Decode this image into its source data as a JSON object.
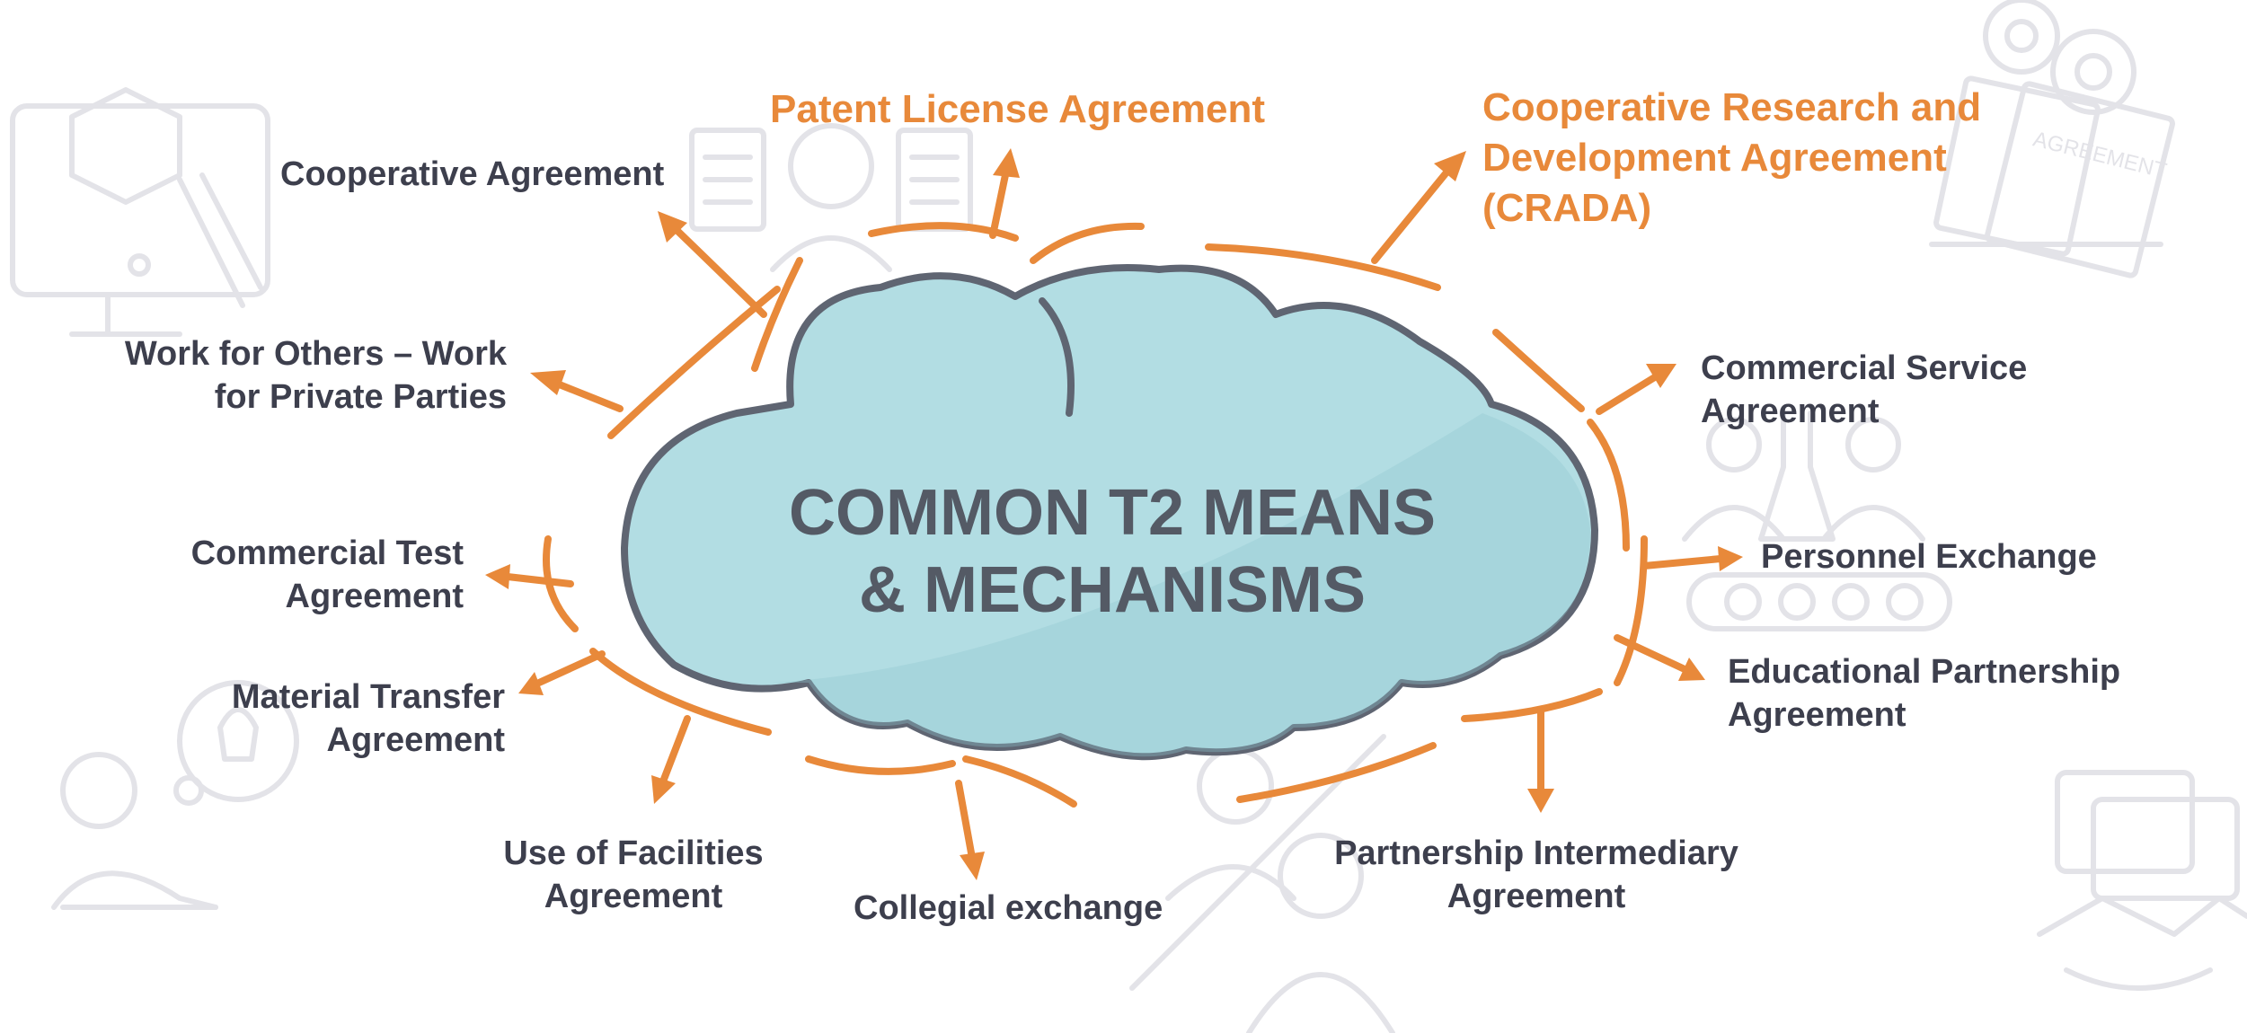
{
  "center": {
    "line1": "COMMON T2 MEANS",
    "line2": "& MECHANISMS"
  },
  "mechanisms": {
    "patent": "Patent License Agreement",
    "cooperative": "Cooperative Agreement",
    "crada_line1": "Cooperative Research and",
    "crada_line2": "Development Agreement",
    "crada_line3": "(CRADA)",
    "wfo_line1": "Work for Others – Work",
    "wfo_line2": "for Private Parties",
    "csa_line1": "Commercial Service",
    "csa_line2": "Agreement",
    "cta_line1": "Commercial Test",
    "cta_line2": "Agreement",
    "personnel": "Personnel Exchange",
    "mta_line1": "Material Transfer",
    "mta_line2": "Agreement",
    "epa_line1": "Educational Partnership",
    "epa_line2": "Agreement",
    "ufa_line1": "Use of Facilities",
    "ufa_line2": "Agreement",
    "collegial": "Collegial exchange",
    "pia_line1": "Partnership Intermediary",
    "pia_line2": "Agreement"
  },
  "background_icons": {
    "agreement_stamp": "AGREEMENT"
  },
  "colors": {
    "accent_orange": "#e8893a",
    "dark_text": "#3d3f4d",
    "cloud_fill": "#b2dde3",
    "cloud_outline": "#5f6572",
    "icon_gray": "#e3e3e8"
  },
  "icons": [
    "monitor-magnifier-icon",
    "document-person-icon",
    "agreement-gears-icon",
    "lab-flask-icon",
    "lightbulb-person-icon",
    "researcher-icon",
    "handshake-icon"
  ]
}
